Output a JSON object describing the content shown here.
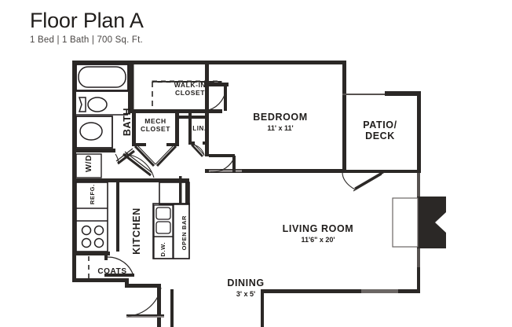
{
  "header": {
    "title": "Floor Plan A",
    "subtitle": "1 Bed | 1 Bath | 700 Sq. Ft."
  },
  "colors": {
    "wall": "#2b2826",
    "wall_light": "#575250",
    "fixture_outline": "#231f20",
    "text": "#201d1b",
    "background": "#ffffff"
  },
  "rooms": [
    {
      "id": "bedroom",
      "label": "BEDROOM",
      "dimensions": "11' x 11'"
    },
    {
      "id": "living-room",
      "label": "LIVING ROOM",
      "dimensions": "11'6\" x 20'"
    },
    {
      "id": "dining",
      "label": "DINING",
      "dimensions": "3' x 5'"
    },
    {
      "id": "kitchen",
      "label": "KITCHEN",
      "dimensions": ""
    },
    {
      "id": "bath",
      "label": "BATH",
      "dimensions": ""
    },
    {
      "id": "patio-deck",
      "label": "PATIO/\nDECK",
      "dimensions": ""
    }
  ],
  "labels": {
    "bedroom": "BEDROOM",
    "bedroom_dim": "11' x 11'",
    "living_room": "LIVING ROOM",
    "living_room_dim": "11'6\" x 20'",
    "dining": "DINING",
    "dining_dim": "3' x 5'",
    "kitchen": "KITCHEN",
    "bath": "BATH",
    "patio_line1": "PATIO/",
    "patio_line2": "DECK",
    "walk_in_line1": "WALK-IN",
    "walk_in_line2": "CLOSET",
    "mech_line1": "MECH",
    "mech_line2": "CLOSET",
    "linen": "LIN.",
    "coats": "COATS",
    "washer_dryer": "W/D",
    "refrigerator": "REFG.",
    "dishwasher": "D.W.",
    "open_bar": "OPEN BAR"
  }
}
